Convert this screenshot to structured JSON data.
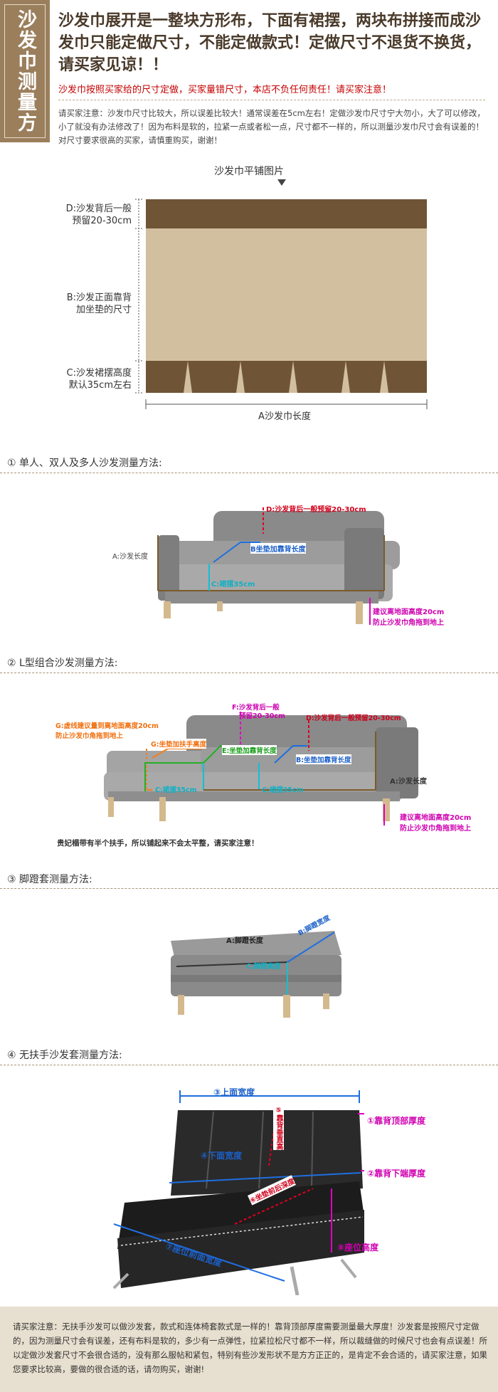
{
  "header": {
    "side_tab": "沙发巾测量方法",
    "title": "沙发巾展开是一整块方形布，下面有裙摆，两块布拼接而成沙发巾只能定做尺寸，不能定做款式！定做尺寸不退货不换货，请买家见谅！！",
    "warning": "沙发巾按照买家给的尺寸定做，买家量错尺寸，本店不负任何责任！请买家注意！",
    "note": "请买家注意：沙发巾尺寸比较大，所以误差比较大！通常误差在5cm左右！定做沙发巾尺寸宁大勿小，大了可以修改，小了就没有办法修改了！因为布料是软的，拉紧一点或者松一点，尺寸都不一样的，所以测量沙发巾尺寸会有误差的！对尺寸要求很高的买家，请慎重购买，谢谢！"
  },
  "flat_diagram": {
    "title": "沙发巾平铺图片",
    "label_d": "D:沙发背后一般\n预留20-30cm",
    "label_b": "B:沙发正面靠背\n加坐垫的尺寸",
    "label_c": "C:沙发裙摆高度\n默认35cm左右",
    "label_a": "A沙发巾长度",
    "colors": {
      "dark": "#6f5535",
      "light": "#d2bf9f"
    }
  },
  "section1": {
    "heading": "① 单人、双人及多人沙发测量方法:",
    "ann_d": "D:沙发背后一般预留20-30cm",
    "ann_b": "B坐垫加靠背长度",
    "ann_a": "A:沙发长度",
    "ann_c": "C:裙摆35cm",
    "ann_floor_1": "建议离地面高度20cm",
    "ann_floor_2": "防止沙发巾角拖到地上"
  },
  "section2": {
    "heading": "② L型组合沙发测量方法:",
    "ann_g1": "G:虚线建议量到离地面高度20cm",
    "ann_g2": "防止沙发巾角拖到地上",
    "ann_f1": "F:沙发背后一般",
    "ann_f2": "预留20-30cm",
    "ann_d": "D:沙发背后一般预留20-30cm",
    "ann_g": "G:坐垫加扶手高度",
    "ann_e": "E:坐垫加靠背长度",
    "ann_b": "B:坐垫加靠背长度",
    "ann_a": "A:沙发长度",
    "ann_c1": "C:裙摆35cm",
    "ann_c2": "C:裙摆35cm",
    "ann_floor_1": "建议离地面高度20cm",
    "ann_floor_2": "防止沙发巾角拖到地上",
    "note": "贵妃榻带有半个扶手，所以铺起来不会太平整，请买家注意！"
  },
  "section3": {
    "heading": "③ 脚蹬套测量方法:",
    "ann_a": "A:脚蹬长度",
    "ann_b": "B:脚蹬宽度",
    "ann_c": "C:脚蹬高度"
  },
  "section4": {
    "heading": "④ 无扶手沙发套测量方法:",
    "ann_3": "③上面宽度",
    "ann_1": "①靠背顶部厚度",
    "ann_4": "④下面宽度",
    "ann_2": "②靠背下端厚度",
    "ann_5": "⑤靠背垂直高",
    "ann_6": "⑥坐垫前后深度",
    "ann_8": "⑧座位高度",
    "ann_7": "⑦座位前面宽度"
  },
  "footer": {
    "note": "请买家注意：无扶手沙发可以做沙发套，款式和连体椅套款式是一样的！靠背顶部厚度需要测量最大厚度！沙发套是按照尺寸定做的，因为测量尺寸会有误差，还有布料是软的，多少有一点弹性，拉紧拉松尺寸都不一样，所以裁缝做的时候尺寸也会有点误差！所以定做沙发套尺寸不会很合适的，没有那么服帖和紧包，特别有些沙发形状不是方方正正的，是肯定不会合适的，请买家注意，如果您要求比较高，要做的很合适的话，请勿购买，谢谢!"
  }
}
